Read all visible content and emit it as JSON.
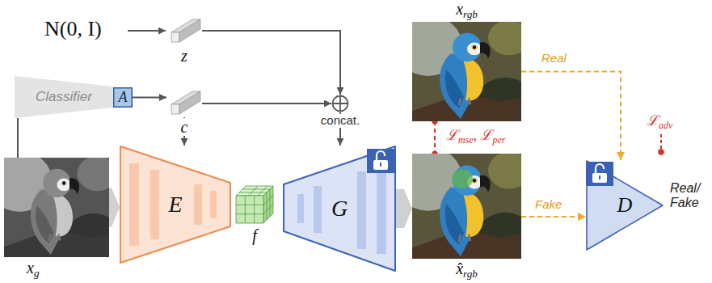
{
  "diagram": {
    "nodes": [
      {
        "text": [
          "z"
        ]
      },
      {
        "text": [
          "Classifier"
        ]
      },
      {
        "text": [
          "A"
        ]
      },
      {
        "text": [
          "c"
        ]
      },
      {
        "text": [
          "concat."
        ]
      },
      {
        "text": [
          "xrgb"
        ]
      },
      {
        "text": [
          "xg"
        ]
      },
      {
        "text": [
          "E"
        ]
      },
      {
        "text": [
          "f"
        ]
      },
      {
        "text": [
          "G"
        ]
      },
      {
        "text": [
          "x̂rgb"
        ]
      },
      {
        "text": [
          "D"
        ]
      }
    ],
    "edges": [
      {
        "from": 0,
        "to": 4,
        "arrow": "to"
      },
      {
        "from": 6,
        "to": 1,
        "arrow": "none"
      },
      {
        "from": 2,
        "to": 3,
        "arrow": "to"
      },
      {
        "from": 3,
        "to": 4,
        "arrow": "to"
      },
      {
        "from": 3,
        "to": 7,
        "arrow": "to"
      },
      {
        "from": 4,
        "to": 9,
        "arrow": "to"
      },
      {
        "from": 6,
        "to": 7,
        "arrow": "to"
      },
      {
        "from": 9,
        "to": 10,
        "arrow": "to"
      },
      {
        "from": 5,
        "to": 10,
        "label": "ℒmse, ℒper",
        "arrow": "none"
      },
      {
        "from": 5,
        "to": 11,
        "label": "Real",
        "arrow": "to"
      },
      {
        "from": 10,
        "to": 11,
        "label": "Fake",
        "arrow": "to"
      }
    ],
    "labels": [
      "N(0, I)",
      "ℒadv",
      "Real/ Fake"
    ]
  }
}
